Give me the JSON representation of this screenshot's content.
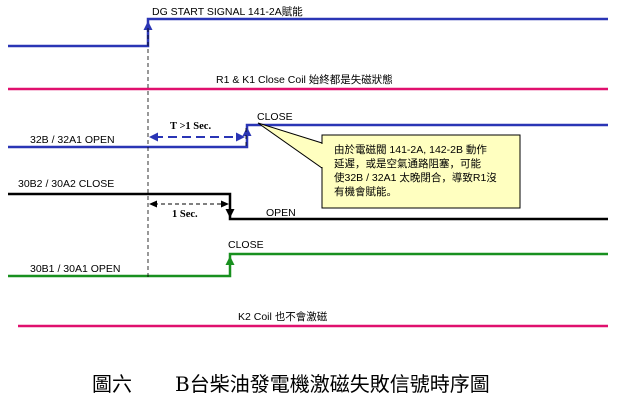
{
  "colors": {
    "blue": "#2a35b5",
    "red": "#e0106e",
    "black": "#000000",
    "green": "#18901f",
    "dashed": "#000000",
    "note_fill": "#ffffc0"
  },
  "signals": {
    "dg_start": {
      "label": "DG START SIGNAL 141-2A賦能"
    },
    "r1_k1": {
      "label": "R1 & K1 Close Coil 始終都是失磁狀態"
    },
    "s32b": {
      "label": "32B / 32A1 OPEN",
      "state_label": "CLOSE"
    },
    "s30b2": {
      "label": "30B2 / 30A2 CLOSE",
      "state_label": "OPEN"
    },
    "s30b1": {
      "label": "30B1 / 30A1 OPEN",
      "state_label": "CLOSE"
    },
    "k2": {
      "label": "K2 Coil 也不會激磁"
    }
  },
  "annotations": {
    "t_gap": "T >1 Sec.",
    "one_sec": "1 Sec."
  },
  "note": {
    "lines": [
      "由於電磁閥 141-2A, 142-2B 動作",
      "延遲，或是空氣通路阻塞，可能",
      "使32B / 32A1 太晚閉合，導致R1沒",
      "有機會賦能。"
    ]
  },
  "caption": {
    "figure": "圖六",
    "title": "B台柴油發電機激磁失敗信號時序圖"
  }
}
